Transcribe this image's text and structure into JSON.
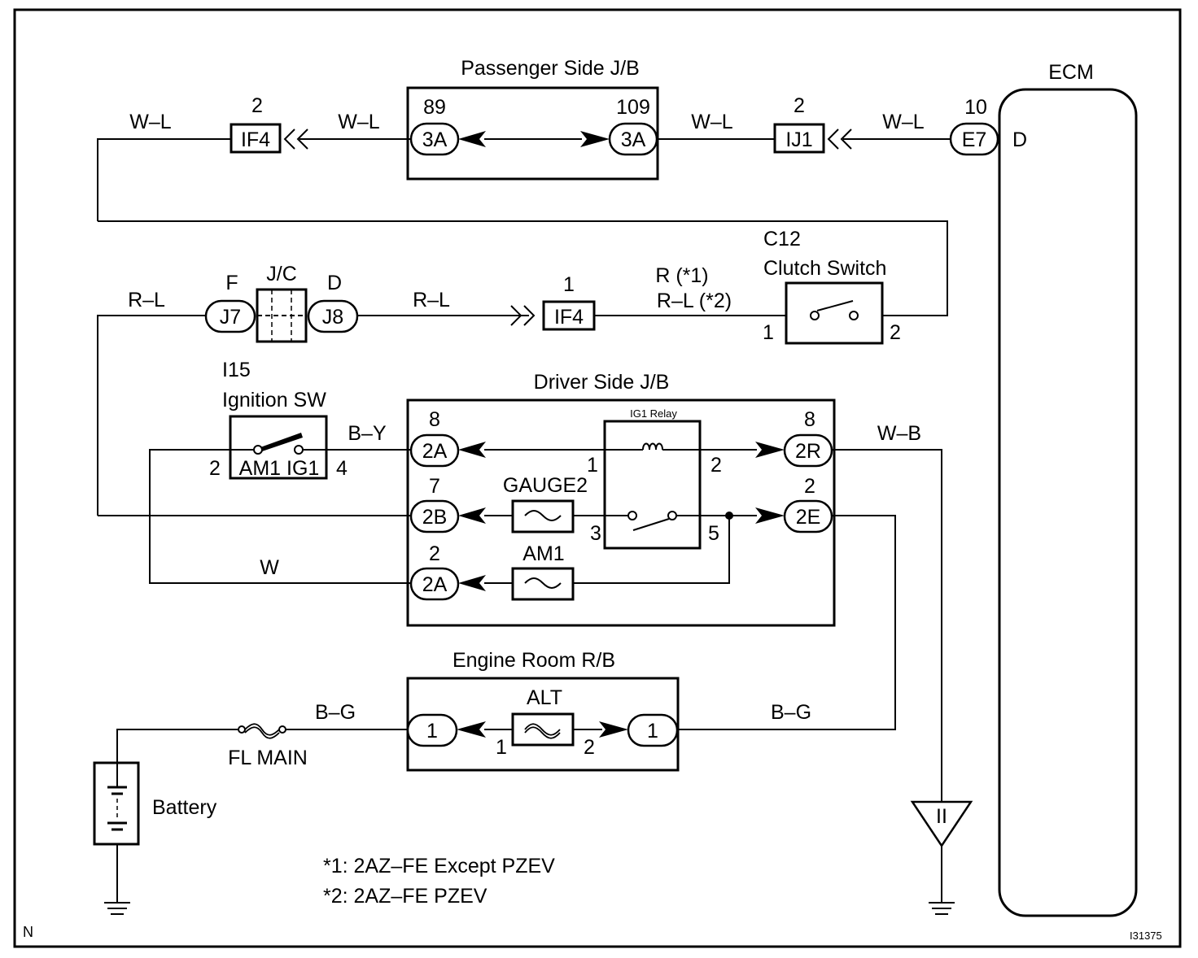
{
  "title_blocks": {
    "passenger_jb": "Passenger Side J/B",
    "ecm": "ECM",
    "driver_jb": "Driver Side J/B",
    "engine_rb": "Engine Room R/B",
    "jc": "J/C",
    "ig1_relay": "IG1 Relay",
    "clutch_code": "C12",
    "clutch_name": "Clutch Switch",
    "ign_code": "I15",
    "ign_name": "Ignition SW",
    "battery": "Battery",
    "fl_main": "FL MAIN",
    "gauge2": "GAUGE2",
    "am1_fuse": "AM1",
    "alt": "ALT"
  },
  "wires": {
    "w_l": "W–L",
    "r_l": "R–L",
    "b_y": "B–Y",
    "w": "W",
    "w_b": "W–B",
    "b_g": "B–G",
    "r_star1": "R (*1)",
    "rl_star2": "R–L (*2)"
  },
  "connectors": {
    "if4": "IF4",
    "ij1": "IJ1",
    "e7": "E7",
    "j7": "J7",
    "j8": "J8",
    "c3a": "3A",
    "c2a": "2A",
    "c2b": "2B",
    "c2r": "2R",
    "c2e": "2E",
    "c1": "1"
  },
  "pins": {
    "p2": "2",
    "p89": "89",
    "p109": "109",
    "p10": "10",
    "pD": "D",
    "pF": "F",
    "p1": "1",
    "p8": "8",
    "p7": "7",
    "p3": "3",
    "p4": "4",
    "p5": "5",
    "am1_ig1": "AM1 IG1",
    "ground_ii": "II"
  },
  "notes": {
    "n1": "*1: 2AZ–FE Except PZEV",
    "n2": "*2: 2AZ–FE PZEV",
    "corner_n": "N",
    "fig_id": "I31375"
  }
}
